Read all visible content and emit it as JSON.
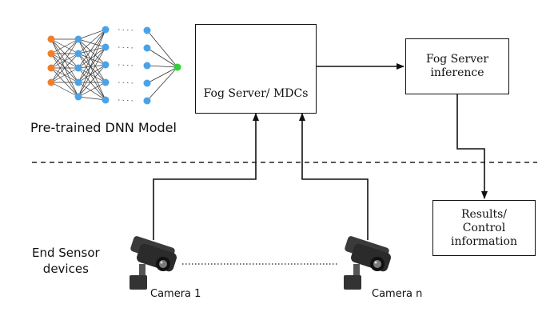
{
  "dnn_model": {
    "label": "Pre-trained DNN Model",
    "colors": {
      "input": "#f07f2a",
      "hidden": "#4aa3e8",
      "output": "#2fd13a",
      "edge": "#333333"
    },
    "ellipsis": "· · ·"
  },
  "fog_server": {
    "label": "Fog Server/ MDCs",
    "icon": "server-cluster-icon",
    "icon_color": "#1e90d6"
  },
  "fog_inference": {
    "line1": "Fog Server",
    "line2": "inference"
  },
  "results": {
    "line1": "Results/",
    "line2": "Control",
    "line3": "information"
  },
  "end_sensor": {
    "line1": "End Sensor",
    "line2": "devices"
  },
  "camera_1": {
    "label": "Camera 1",
    "icon": "security-camera-icon"
  },
  "camera_n": {
    "label": "Camera n",
    "icon": "security-camera-icon"
  }
}
